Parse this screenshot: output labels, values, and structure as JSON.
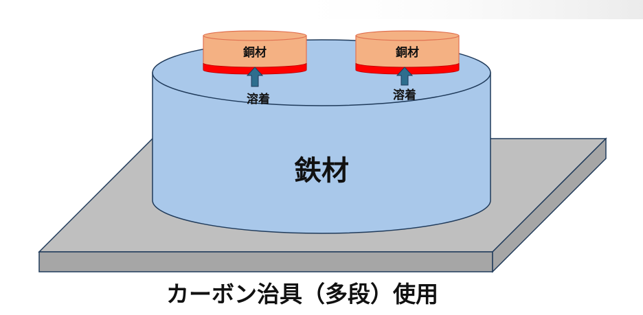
{
  "labels": {
    "iron": "鉄材",
    "copper_left": "銅材",
    "copper_right": "銅材",
    "weld_left": "溶着",
    "weld_right": "溶着",
    "caption": "カーボン治具（多段）使用"
  },
  "colors": {
    "plate_top": "#bfbfbf",
    "plate_side": "#a6a6a6",
    "iron_fill": "#a9c8ea",
    "copper_fill": "#f4b183",
    "weld_red": "#ff0000",
    "arrow_fill": "#2e6e8e",
    "stroke": "#1f3a5a"
  }
}
